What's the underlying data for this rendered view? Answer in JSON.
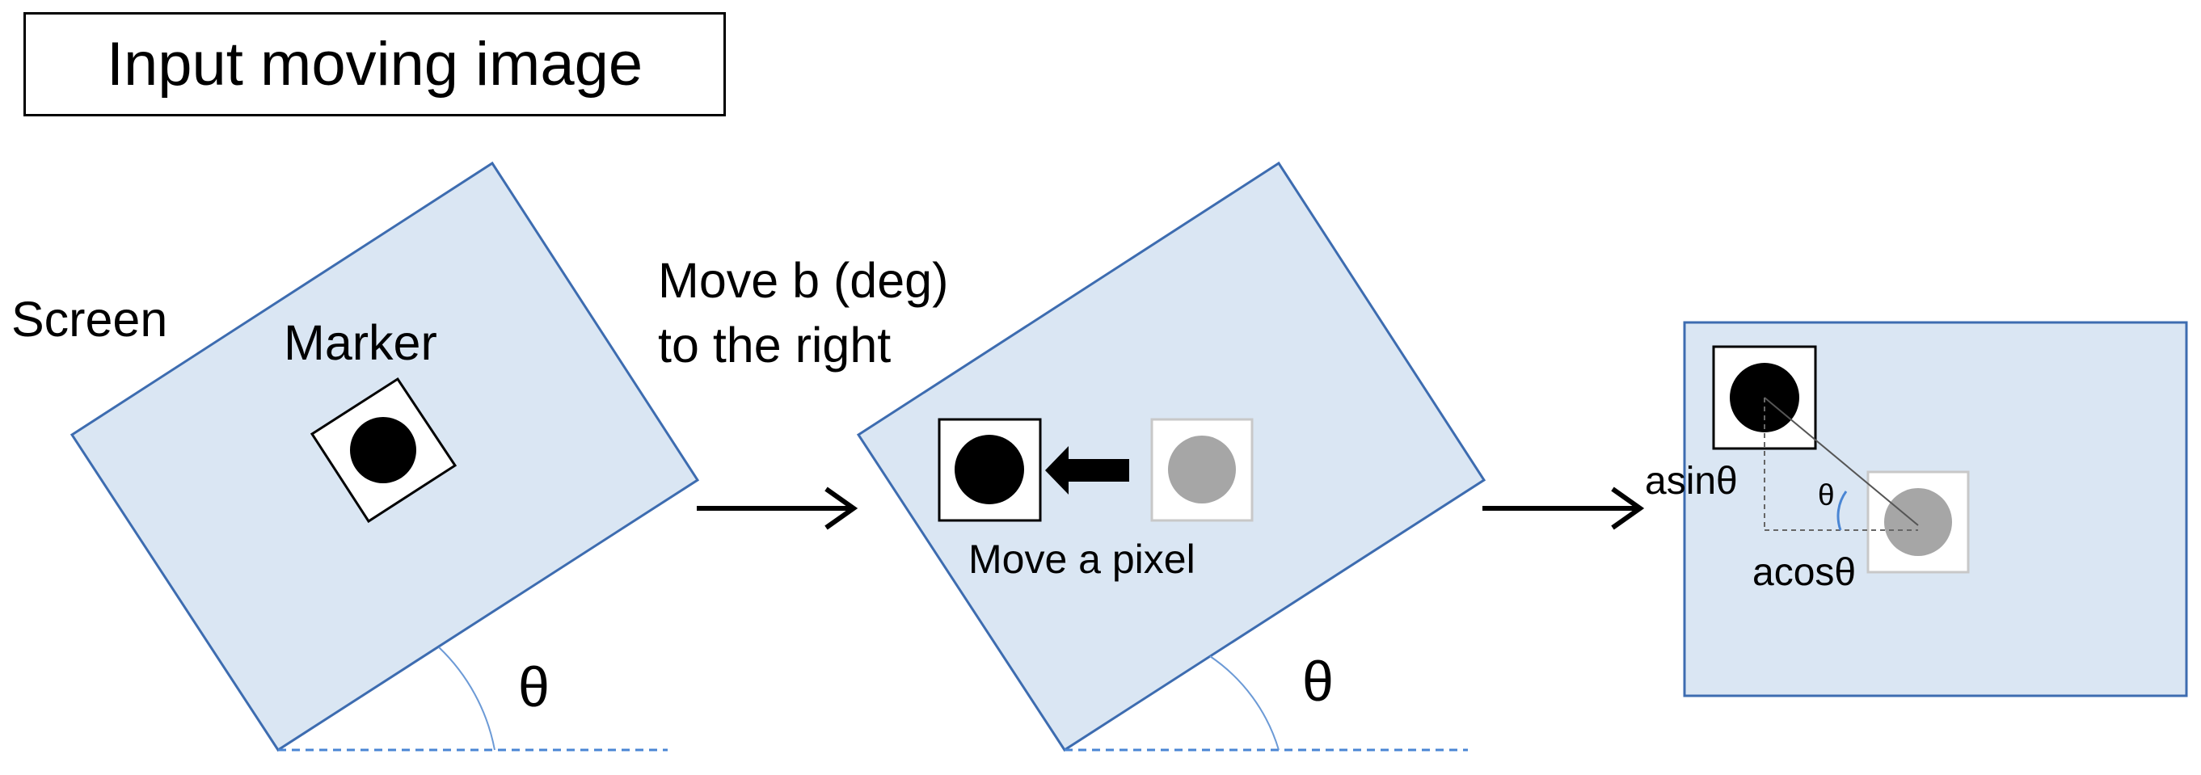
{
  "title": "Input moving image",
  "labels": {
    "screen": "Screen",
    "marker": "Marker",
    "move_b_line1": "Move b (deg)",
    "move_b_line2": "to the right",
    "move_a_pixel": "Move a pixel",
    "theta_left": "θ",
    "theta_middle": "θ",
    "theta_small": "θ",
    "asin": "asinθ",
    "acos": "acosθ"
  },
  "colors": {
    "screen_fill": "#dae6f3",
    "screen_stroke": "#3d6cb0",
    "baseline": "#4a86d4",
    "marker_dot": "#000000",
    "moved_dot": "#a6a6a6",
    "arrow": "#000000"
  }
}
